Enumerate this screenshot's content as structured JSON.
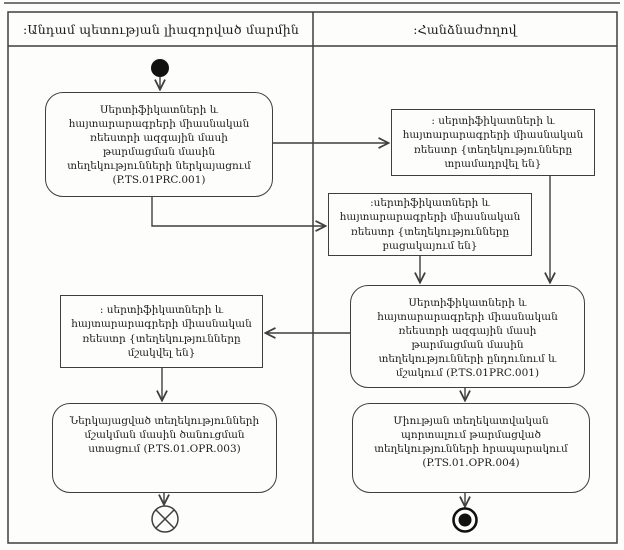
{
  "diagram": {
    "lanes": [
      {
        "label": ":Անդամ պետության լիազորված մարմին"
      },
      {
        "label": ":Հանձնաժողով"
      }
    ],
    "nodes": {
      "action_submit": {
        "text": "Սերտիֆիկատների և հայտարարագրերի միասնական ռեեստրի ազգային մասի թարմացման մասին տեղեկությունների ներկայացում (P.TS.01PRC.001)"
      },
      "object_provided": {
        "text": ": սերտիֆիկատների և հայտարարագրերի միասնական ռեեստր {տեղեկությունները տրամադրվել են}"
      },
      "object_missing": {
        "text": ":սերտիֆիկատների և հայտարարագրերի միասնական ռեեստր {տեղեկությունները բացակայում են}"
      },
      "action_process": {
        "text": "Սերտիֆիկատների և հայտարարագրերի միասնական ռեեստրի ազգային մասի թարմացման մասին տեղեկությունների ընդունում և մշակում (P.TS.01PRC.001)"
      },
      "object_processed": {
        "text": ": սերտիֆիկատների և հայտարարագրերի միասնական ռեեստր {տեղեկությունները մշակվել են}"
      },
      "action_notification": {
        "text": "Ներկայացված տեղեկությունների մշակման մասին ծանուցման ստացում (P.TS.01.OPR.003)"
      },
      "action_publish": {
        "text": "Միության տեղեկատվական պորտալում թարմացված տեղեկությունների հրապարակում (P.TS.01.OPR.004)"
      }
    },
    "colors": {
      "line": "#3f3f3f",
      "text": "#1c1c1c",
      "background": "#fdfdfc",
      "start_node_fill": "#111111"
    }
  }
}
